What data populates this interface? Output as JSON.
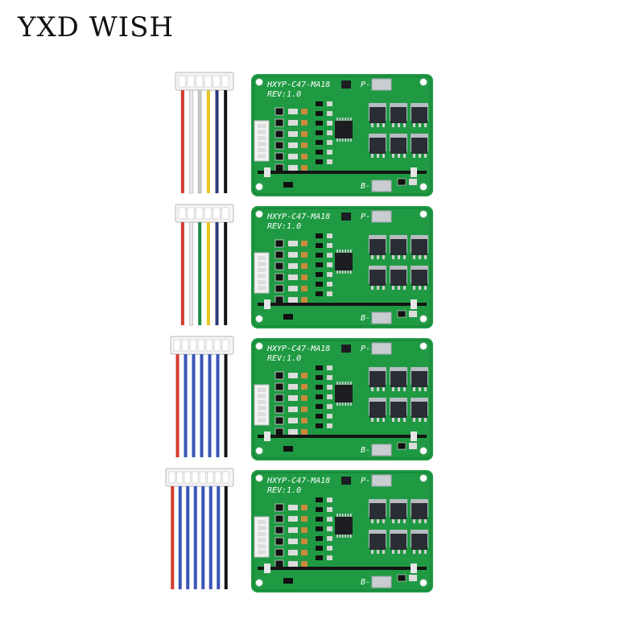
{
  "brand": "YXD WISH",
  "colors": {
    "pcb": "#1f9a43",
    "pcb_dark": "#157a33",
    "pad": "#c9cdd2",
    "mosfet": "#2a2d33",
    "chip": "#1c1e22"
  },
  "boards": [
    {
      "model": "HXYP-C47-MA18",
      "rev": "REV:1.0",
      "wires": [
        "#d23a2c",
        "#e8e8e8",
        "#c9c9c9",
        "#e6c520",
        "#2a3a7a",
        "#141414"
      ],
      "connector": "white"
    },
    {
      "model": "HXYP-C47-MA18",
      "rev": "REV:1.0",
      "wires": [
        "#d23a2c",
        "#e8e8e8",
        "#1f8a4a",
        "#e6c520",
        "#2a3a7a",
        "#141414"
      ],
      "connector": "white"
    },
    {
      "model": "HXYP-C47-MA18",
      "rev": "REV:1.0",
      "wires": [
        "#d23a2c",
        "#3a55b8",
        "#3a55b8",
        "#3a55b8",
        "#3a55b8",
        "#3a55b8",
        "#141414"
      ],
      "connector": "white"
    },
    {
      "model": "HXYP-C47-MA18",
      "rev": "REV:1.0",
      "wires": [
        "#d23a2c",
        "#3a55b8",
        "#3a55b8",
        "#3a55b8",
        "#3a55b8",
        "#3a55b8",
        "#3a55b8",
        "#141414"
      ],
      "connector": "white"
    }
  ],
  "pad_labels": {
    "p": "P-",
    "b": "B-"
  }
}
